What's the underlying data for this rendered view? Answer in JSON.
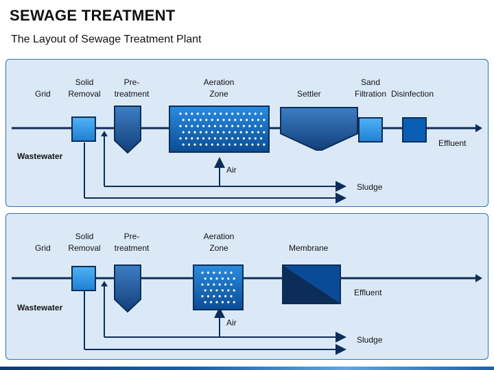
{
  "title": "SEWAGE TREATMENT",
  "subtitle": "The Layout of Sewage Treatment Plant",
  "panel1": {
    "grid": "Grid",
    "solid_removal": "Solid\nRemoval",
    "pretreatment": "Pre-\ntreatment",
    "aeration_zone": "Aeration\nZone",
    "settler": "Settler",
    "sand_filtration": "Sand\nFiltration",
    "disinfection": "Disinfection",
    "wastewater": "Wastewater",
    "effluent": "Effluent",
    "air": "Air",
    "sludge": "Sludge"
  },
  "panel2": {
    "grid": "Grid",
    "solid_removal": "Solid\nRemoval",
    "pretreatment": "Pre-\ntreatment",
    "aeration_zone": "Aeration\nZone",
    "membrane": "Membrane",
    "wastewater": "Wastewater",
    "effluent": "Effluent",
    "air": "Air",
    "sludge": "Sludge"
  },
  "colors": {
    "panel_border": "#2f6fb3",
    "panel_fill": "#dbe9f7",
    "line": "#0c2d57",
    "light_box": "#3ea6ee",
    "dark_box": "#0a5fb5"
  }
}
